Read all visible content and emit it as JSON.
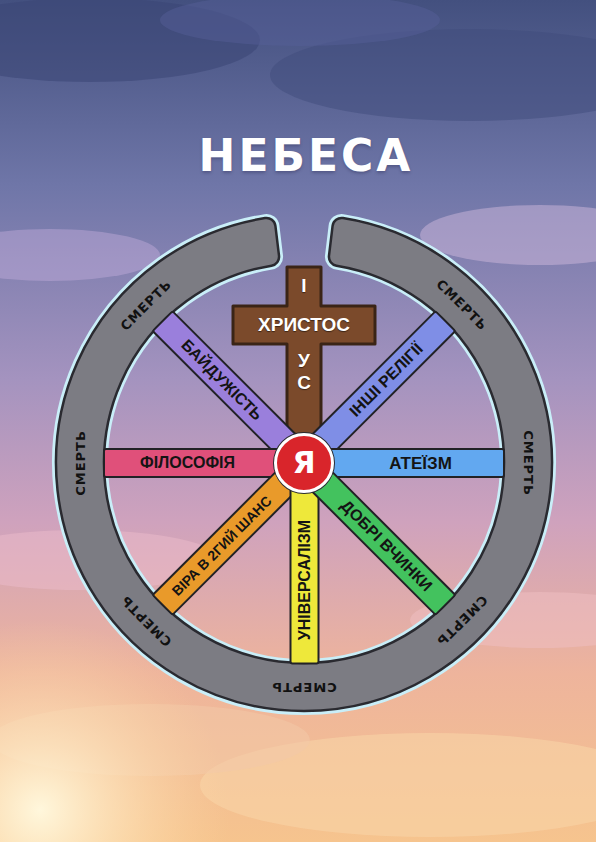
{
  "diagram": {
    "title": "НЕБЕСА",
    "nodes": [
      {
        "text": [
          "СМЕРТЬ",
          "СМЕРТЬ",
          "СМЕРТЬ",
          "СМЕРТЬ",
          "СМЕРТЬ",
          "СМЕРТЬ",
          "СМЕРТЬ"
        ]
      },
      {
        "text": [
          "І",
          "ХРИСТОС",
          "УС"
        ]
      },
      {
        "text": [
          "БАЙДУЖІСТЬ"
        ]
      },
      {
        "text": [
          "ІНШІ РЕЛІГІЇ"
        ]
      },
      {
        "text": [
          "ФІЛОСОФІЯ"
        ]
      },
      {
        "text": [
          "Я"
        ]
      },
      {
        "text": [
          "АТЕЇЗМ"
        ]
      },
      {
        "text": [
          "ВІРА В 2ГИЙ ШАНС"
        ]
      },
      {
        "text": [
          "УНІВЕРСАЛІЗМ"
        ]
      },
      {
        "text": [
          "ДОБРІ ВЧИНКИ"
        ]
      }
    ]
  }
}
